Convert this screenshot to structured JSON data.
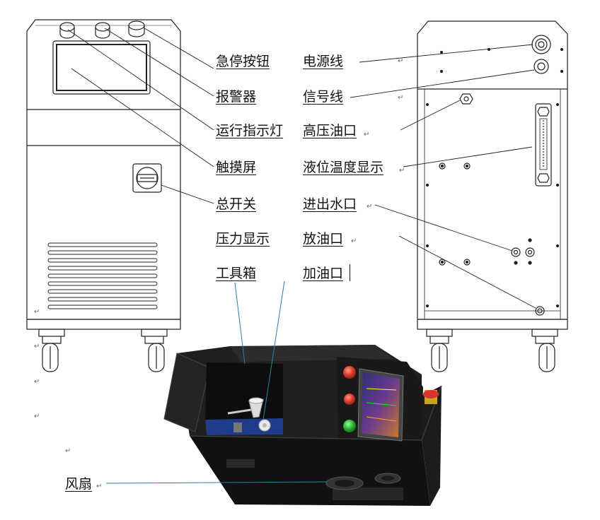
{
  "labels": {
    "estop": "急停按钮",
    "alarm": "报警器",
    "run_light": "运行指示灯",
    "touch_screen": "触摸屏",
    "main_switch": "总开关",
    "pressure_display": "压力显示",
    "toolbox": "工具箱",
    "power_cord": "电源线",
    "signal_line": "信号线",
    "hp_oil_port": "高压油口",
    "level_temp_display": "液位温度显示",
    "water_ports": "进出水口",
    "oil_drain": "放油口",
    "oil_fill": "加油口",
    "fan": "风扇"
  },
  "marks": {
    "return": "↵"
  },
  "colors": {
    "line": "#222222",
    "leader_blue": "#2a7fa8",
    "cabinet_dark": "#1a1a1a",
    "button_red": "#d8352a",
    "button_green": "#2fb43a"
  }
}
